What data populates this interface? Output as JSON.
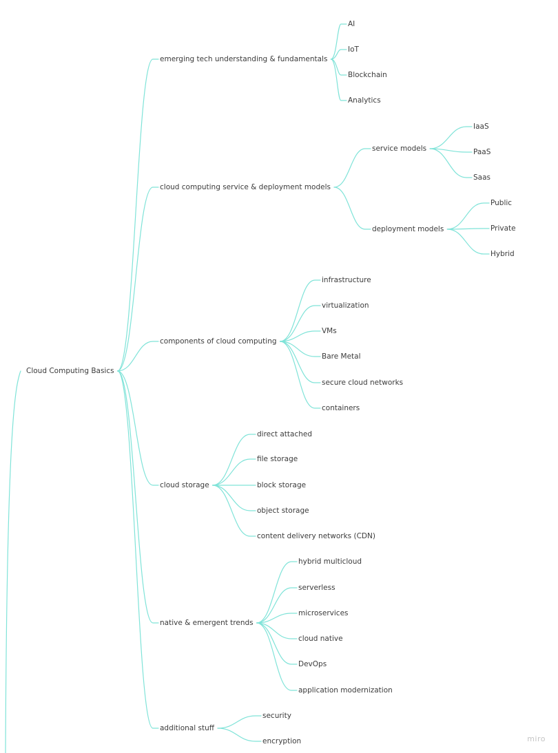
{
  "accent_color": "#7fe3d8",
  "watermark": "miro",
  "tree": {
    "id": "root",
    "label": "Cloud Computing Basics",
    "children": [
      {
        "id": "emerging",
        "label": "emerging tech understanding & fundamentals",
        "children": [
          {
            "id": "ai",
            "label": "AI"
          },
          {
            "id": "iot",
            "label": "IoT"
          },
          {
            "id": "blockchain",
            "label": "Blockchain"
          },
          {
            "id": "analytics",
            "label": "Analytics"
          }
        ]
      },
      {
        "id": "service-deploy",
        "label": "cloud computing service & deployment models",
        "children": [
          {
            "id": "service-models",
            "label": "service models",
            "children": [
              {
                "id": "iaas",
                "label": "IaaS"
              },
              {
                "id": "paas",
                "label": "PaaS"
              },
              {
                "id": "saas",
                "label": "Saas"
              }
            ]
          },
          {
            "id": "deployment-models",
            "label": "deployment models",
            "children": [
              {
                "id": "public",
                "label": "Public"
              },
              {
                "id": "private",
                "label": "Private"
              },
              {
                "id": "hybrid",
                "label": "Hybrid"
              }
            ]
          }
        ]
      },
      {
        "id": "components",
        "label": "components of cloud computing",
        "children": [
          {
            "id": "infrastructure",
            "label": "infrastructure"
          },
          {
            "id": "virtualization",
            "label": "virtualization"
          },
          {
            "id": "vms",
            "label": "VMs"
          },
          {
            "id": "bare-metal",
            "label": "Bare Metal"
          },
          {
            "id": "secure-networks",
            "label": "secure cloud networks"
          },
          {
            "id": "containers",
            "label": "containers"
          }
        ]
      },
      {
        "id": "storage",
        "label": "cloud storage",
        "children": [
          {
            "id": "direct-attached",
            "label": "direct attached"
          },
          {
            "id": "file-storage",
            "label": "file storage"
          },
          {
            "id": "block-storage",
            "label": "block storage"
          },
          {
            "id": "object-storage",
            "label": "object storage"
          },
          {
            "id": "cdn",
            "label": "content delivery networks (CDN)"
          }
        ]
      },
      {
        "id": "trends",
        "label": "native & emergent trends",
        "children": [
          {
            "id": "hybrid-multicloud",
            "label": "hybrid multicloud"
          },
          {
            "id": "serverless",
            "label": "serverless"
          },
          {
            "id": "microservices",
            "label": "microservices"
          },
          {
            "id": "cloud-native",
            "label": "cloud native"
          },
          {
            "id": "devops",
            "label": "DevOps"
          },
          {
            "id": "app-modernization",
            "label": "application modernization"
          }
        ]
      },
      {
        "id": "additional",
        "label": "additional stuff",
        "children": [
          {
            "id": "security",
            "label": "security"
          },
          {
            "id": "encryption",
            "label": "encryption"
          }
        ]
      }
    ]
  }
}
